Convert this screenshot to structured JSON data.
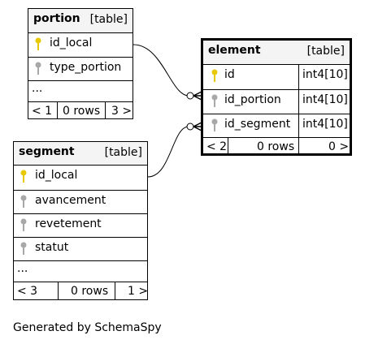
{
  "tables": {
    "portion": {
      "name": "portion",
      "kind": "[table]",
      "columns": [
        {
          "name": "id_local",
          "key": "primary"
        },
        {
          "name": "type_portion",
          "key": "none"
        }
      ],
      "more": "...",
      "footer": {
        "parents": "< 1",
        "rows": "0 rows",
        "children": "3 >"
      }
    },
    "element": {
      "name": "element",
      "kind": "[table]",
      "columns": [
        {
          "name": "id",
          "type": "int4[10]",
          "key": "primary"
        },
        {
          "name": "id_portion",
          "type": "int4[10]",
          "key": "none"
        },
        {
          "name": "id_segment",
          "type": "int4[10]",
          "key": "none"
        }
      ],
      "footer": {
        "parents": "< 2",
        "rows": "0 rows",
        "children": "0 >"
      }
    },
    "segment": {
      "name": "segment",
      "kind": "[table]",
      "columns": [
        {
          "name": "id_local",
          "key": "primary"
        },
        {
          "name": "avancement",
          "key": "none"
        },
        {
          "name": "revetement",
          "key": "none"
        },
        {
          "name": "statut",
          "key": "none"
        }
      ],
      "more": "...",
      "footer": {
        "parents": "< 3",
        "rows": "0 rows",
        "children": "1 >"
      }
    }
  },
  "relationships": [
    {
      "from": "portion.id_local",
      "to": "element.id_portion"
    },
    {
      "from": "segment.id_local",
      "to": "element.id_segment"
    }
  ],
  "key_colors": {
    "primary": "#e8c800",
    "none": "#a8a8a8"
  },
  "generated_by": "Generated by SchemaSpy"
}
